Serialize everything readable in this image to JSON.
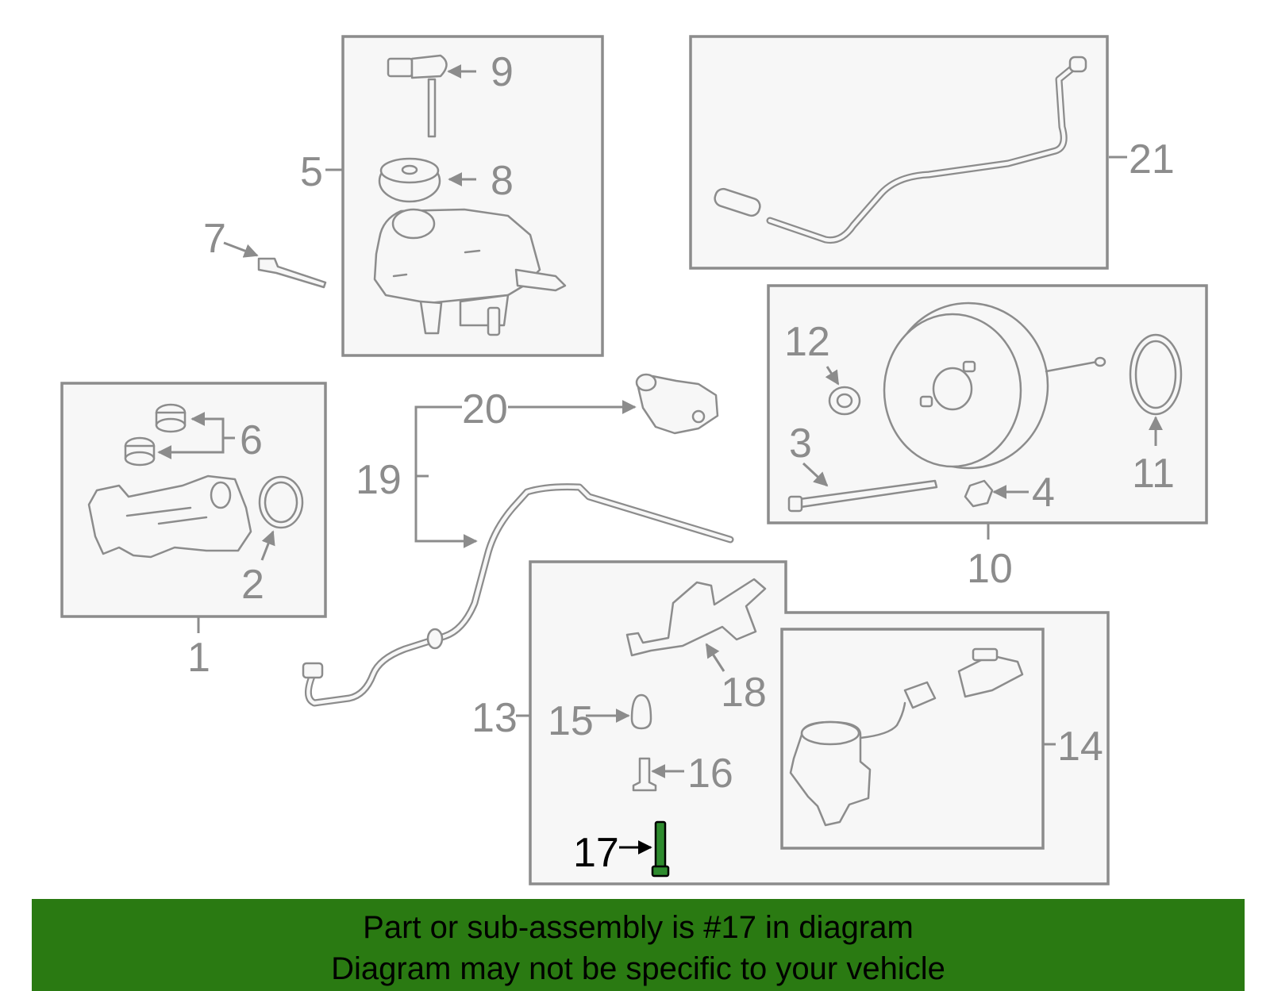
{
  "callouts": {
    "c1": "1",
    "c2": "2",
    "c3": "3",
    "c4": "4",
    "c5": "5",
    "c6": "6",
    "c7": "7",
    "c8": "8",
    "c9": "9",
    "c10": "10",
    "c11": "11",
    "c12": "12",
    "c13": "13",
    "c14": "14",
    "c15": "15",
    "c16": "16",
    "c17": "17",
    "c18": "18",
    "c19": "19",
    "c20": "20",
    "c21": "21"
  },
  "highlighted_part": "17",
  "colors": {
    "banner_background": "#2a7a12",
    "line_art": "#8c8c8c",
    "highlight_part": "#2e8b2e",
    "highlight_text": "#000000"
  },
  "banner": {
    "line1": "Part or sub-assembly is #17 in diagram",
    "line2": "Diagram may not be specific to your vehicle"
  }
}
